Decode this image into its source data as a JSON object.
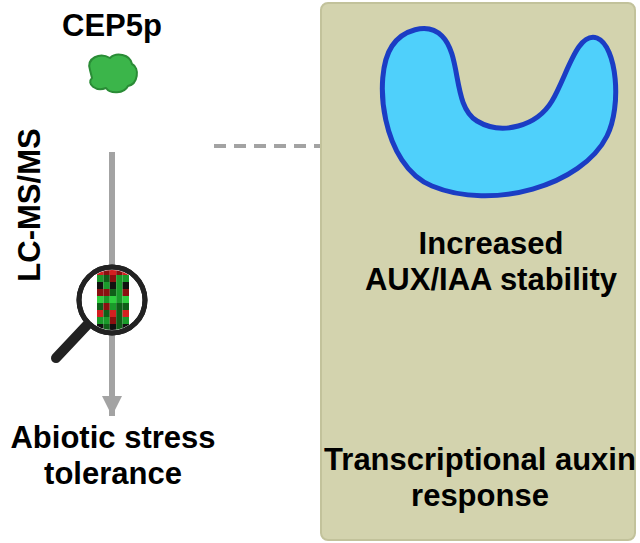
{
  "diagram": {
    "nodes": [
      {
        "text": [
          "CEP5p"
        ]
      },
      {
        "text": [
          "Abiotic stress tolerance"
        ]
      },
      {
        "text": []
      },
      {
        "text": [
          "Increased AUX/IAA stability"
        ],
        "in": 2
      },
      {
        "text": [
          "Transcriptional auxin response"
        ],
        "in": 2
      }
    ],
    "edges": [
      {
        "from": 0,
        "to": 1,
        "arrow": "to"
      },
      {
        "from": 0,
        "to": 3,
        "arrow": "to"
      },
      {
        "from": 3,
        "to": 4,
        "arrow": "to"
      }
    ],
    "labels": [
      "LC-MS/MS"
    ]
  }
}
